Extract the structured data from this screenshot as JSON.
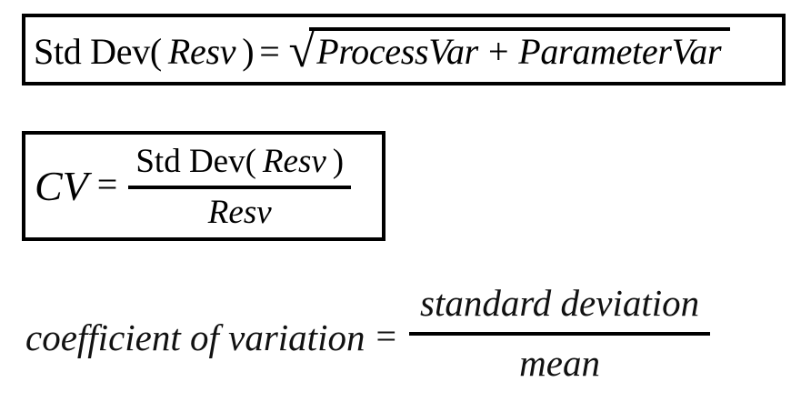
{
  "colors": {
    "background": "#ffffff",
    "text": "#000000",
    "box_border": "#000000"
  },
  "formulas": {
    "stddev_resv": {
      "function_label": "Std Dev(",
      "argument": "Resv",
      "close_paren": ")",
      "equals": "=",
      "radical_symbol": "√",
      "radicand_term1": "ProcessVar",
      "radicand_plus": "+",
      "radicand_term2": "ParameterVar"
    },
    "cv": {
      "lhs": "CV",
      "equals": "=",
      "numerator_function": "Std Dev(",
      "numerator_argument": "Resv",
      "numerator_close_paren": ")",
      "denominator": "Resv"
    },
    "coefficient_of_variation": {
      "lhs": "coefficient of variation",
      "equals": "=",
      "numerator": "standard deviation",
      "denominator": "mean"
    }
  }
}
